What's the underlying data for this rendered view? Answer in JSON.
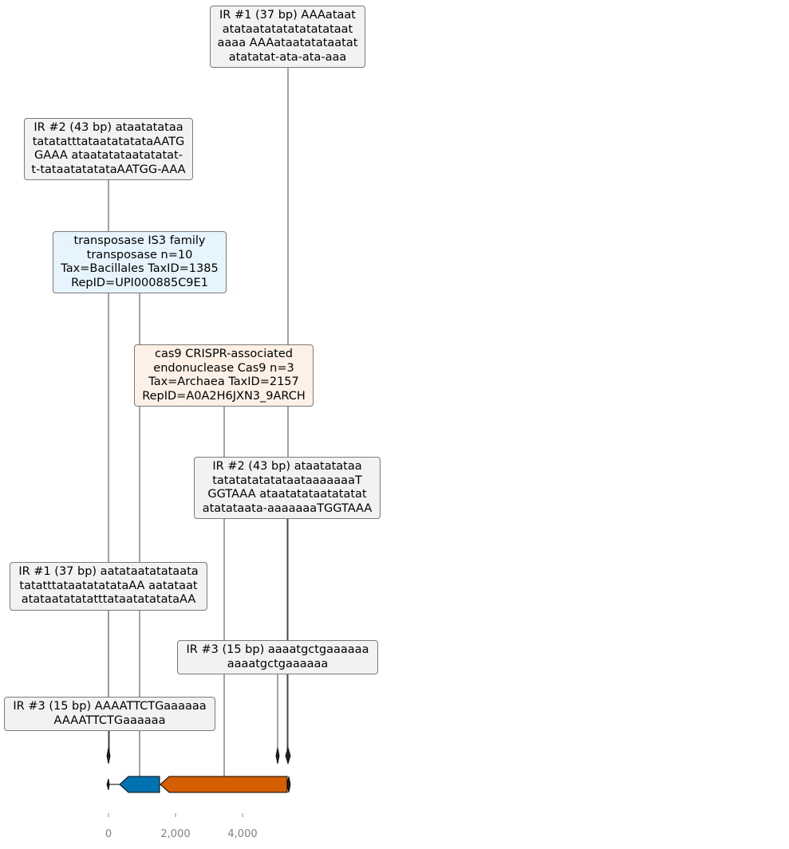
{
  "colors": {
    "ir_box": "#f2f2f2",
    "transposase_box": "#e6f5fd",
    "cas9_box": "#fdf0e6",
    "transposase_gene": "#0072b2",
    "cas9_gene": "#d55e00",
    "tick_text": "#808080"
  },
  "x_axis": {
    "ticks": [
      "0",
      "2,000",
      "4,000"
    ]
  },
  "labels": [
    {
      "id": "ir1-top",
      "kind": "ir",
      "lines": [
        "IR #1 (37 bp) AAAataat",
        "atataatatatatatatataat",
        "aaaa AAAataatatataatat",
        "atatatat-ata-ata-aaa"
      ]
    },
    {
      "id": "ir2-upper",
      "kind": "ir",
      "lines": [
        "IR #2 (43 bp) ataatatataa",
        "tatatatttataatatatataAATG",
        "GAAA ataatatataatatatat-",
        "t-tataatatatataAATGG-AAA"
      ]
    },
    {
      "id": "transposase",
      "kind": "transposase",
      "lines": [
        "transposase IS3 family",
        "transposase n=10",
        "Tax=Bacillales TaxID=1385",
        "RepID=UPI000885C9E1"
      ]
    },
    {
      "id": "cas9",
      "kind": "cas9",
      "lines": [
        "cas9 CRISPR-associated",
        "endonuclease Cas9 n=3",
        "Tax=Archaea TaxID=2157",
        "RepID=A0A2H6JXN3_9ARCH"
      ]
    },
    {
      "id": "ir2-lower",
      "kind": "ir",
      "lines": [
        "IR #2 (43 bp) ataatatataa",
        "tatatatatatataataaaaaaaT",
        "GGTAAA ataatatataatatatat",
        "atatataata-aaaaaaaTGGTAAA"
      ]
    },
    {
      "id": "ir1-lower",
      "kind": "ir",
      "lines": [
        "IR #1 (37 bp) aatataatatataata",
        "tatatttataatatatataAA aatataat",
        "atataatatatatttataatatatataAA"
      ]
    },
    {
      "id": "ir3-right",
      "kind": "ir",
      "lines": [
        "IR #3 (15 bp) aaaatgctgaaaaaa",
        "aaaatgctgaaaaaa"
      ]
    },
    {
      "id": "ir3-left",
      "kind": "ir",
      "lines": [
        "IR #3 (15 bp) AAAATTCTGaaaaaa",
        "AAAATTCTGaaaaaa"
      ]
    }
  ]
}
